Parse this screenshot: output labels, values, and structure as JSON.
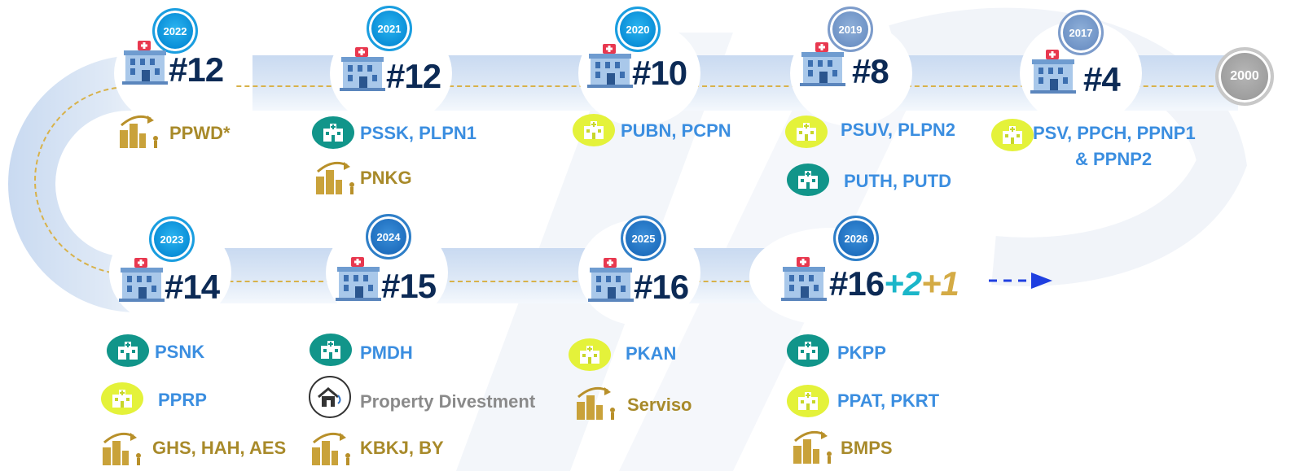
{
  "top_row": [
    {
      "year": "2022",
      "count": "#12"
    },
    {
      "year": "2021",
      "count": "#12"
    },
    {
      "year": "2020",
      "count": "#10"
    },
    {
      "year": "2019",
      "count": "#8"
    },
    {
      "year": "2017",
      "count": "#4"
    },
    {
      "year": "2000"
    }
  ],
  "bottom_row": [
    {
      "year": "2023",
      "count": "#14"
    },
    {
      "year": "2024",
      "count": "#15"
    },
    {
      "year": "2025",
      "count": "#16"
    },
    {
      "year": "2026",
      "count": "#16",
      "plus_a": "+2",
      "plus_b": "+1"
    }
  ],
  "labels": {
    "l2022": "PPWD*",
    "l2021a": "PSSK, PLPN1",
    "l2021b": "PNKG",
    "l2020": "PUBN, PCPN",
    "l2019a": "PSUV,  PLPN2",
    "l2019b": "PUTH, PUTD",
    "l2017a": "PSV, PPCH, PPNP1",
    "l2017b": "& PPNP2",
    "l2023a": "PSNK",
    "l2023b": "PPRP",
    "l2023c": "GHS, HAH, AES",
    "l2024a": "PMDH",
    "l2024b": "Property Divestment",
    "l2024c": "KBKJ, BY",
    "l2025a": "PKAN",
    "l2025b": "Serviso",
    "l2026a": "PKPP",
    "l2026b": "PPAT, PKRT",
    "l2026c": "BMPS"
  },
  "icons": {
    "hospital": "hospital-building-icon",
    "teal_chip": "hospital-teal-icon",
    "lime_chip": "hospital-lime-icon",
    "growth": "growth-chart-icon",
    "divest": "property-divestment-icon"
  },
  "colors": {
    "navy": "#0c2a55",
    "blue_label": "#3b8ee0",
    "gold_label": "#a88a2a",
    "teal": "#11958a",
    "lime": "#e4f23a",
    "dashed": "#d8b24a",
    "arrow": "#1f3fe0"
  }
}
